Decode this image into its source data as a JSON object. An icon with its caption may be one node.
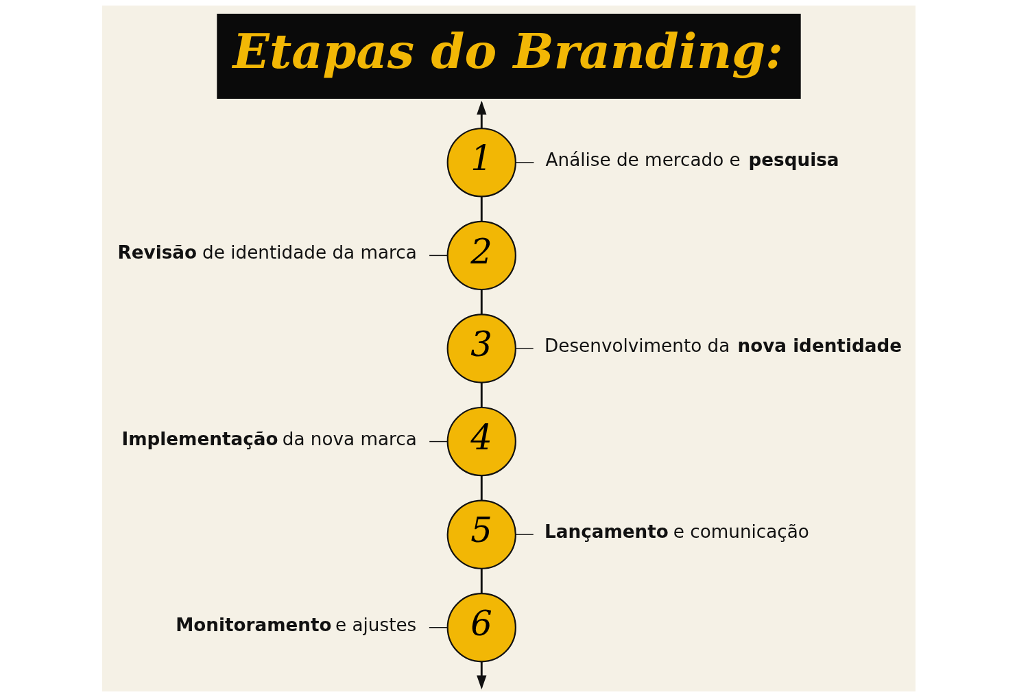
{
  "diagram": {
    "title": "Etapas do Branding:",
    "nodes": [
      {
        "text": [
          "1"
        ]
      },
      {
        "text": [
          "2"
        ]
      },
      {
        "text": [
          "3"
        ]
      },
      {
        "text": [
          "4"
        ]
      },
      {
        "text": [
          "5"
        ]
      },
      {
        "text": [
          "6"
        ]
      },
      {
        "text": [
          "Análise de mercado e **pesquisa**"
        ]
      },
      {
        "text": [
          "**Revisão** de identidade da marca"
        ]
      },
      {
        "text": [
          "Desenvolvimento da **nova identidade**"
        ]
      },
      {
        "text": [
          "**Implementação** da nova marca"
        ]
      },
      {
        "text": [
          "**Lançamento** e comunicação"
        ]
      },
      {
        "text": [
          "**Monitoramento** e ajustes"
        ]
      }
    ],
    "edges": [
      {
        "from": 0,
        "to": null,
        "arrow": "to"
      },
      {
        "from": 0,
        "to": 1,
        "arrow": "none"
      },
      {
        "from": 1,
        "to": 2,
        "arrow": "none"
      },
      {
        "from": 2,
        "to": 3,
        "arrow": "none"
      },
      {
        "from": 3,
        "to": 4,
        "arrow": "none"
      },
      {
        "from": 4,
        "to": 5,
        "arrow": "none"
      },
      {
        "from": 5,
        "to": null,
        "arrow": "to"
      },
      {
        "from": 0,
        "to": 6,
        "arrow": "none"
      },
      {
        "from": 7,
        "to": 1,
        "arrow": "none"
      },
      {
        "from": 2,
        "to": 8,
        "arrow": "none"
      },
      {
        "from": 9,
        "to": 3,
        "arrow": "none"
      },
      {
        "from": 4,
        "to": 10,
        "arrow": "none"
      },
      {
        "from": 11,
        "to": 5,
        "arrow": "none"
      }
    ]
  }
}
